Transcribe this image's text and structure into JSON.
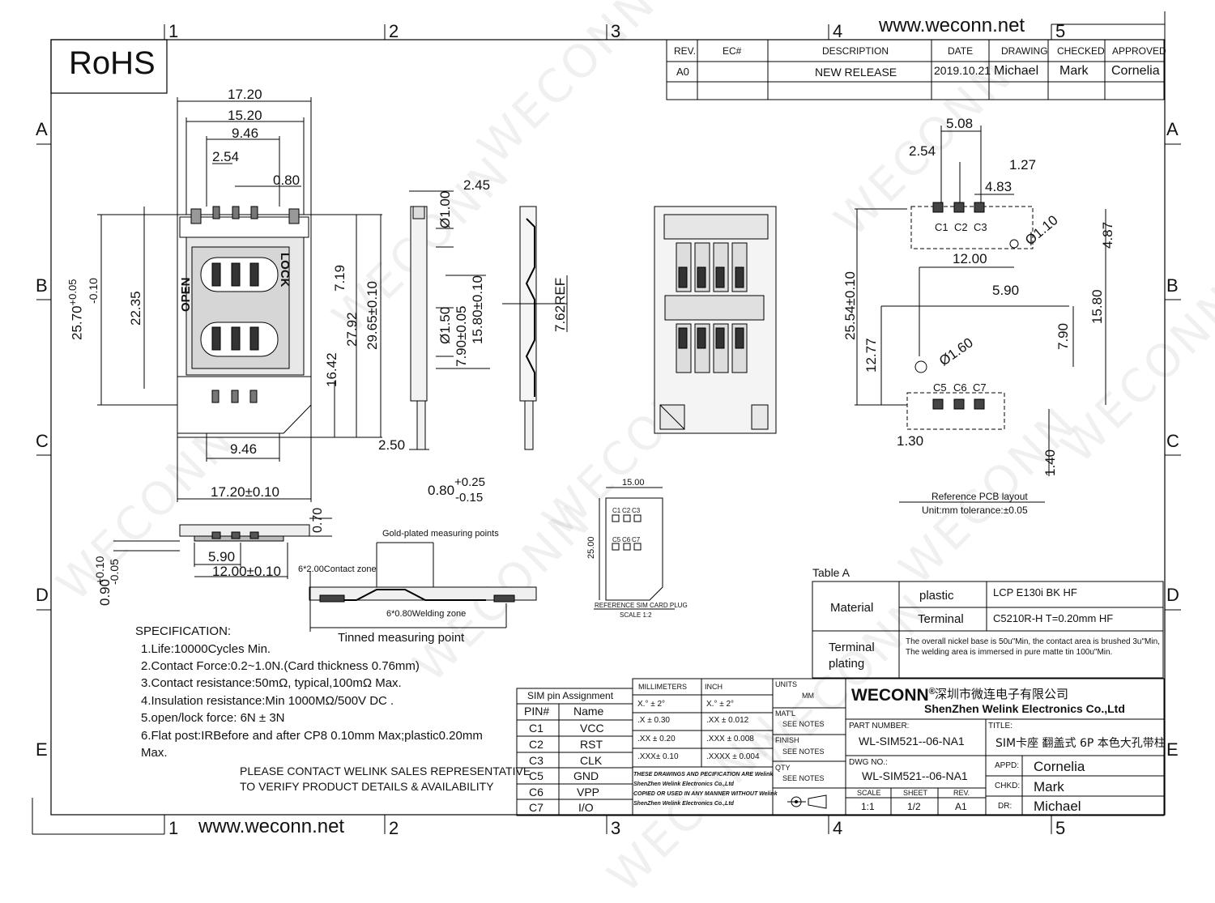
{
  "site_url_top": "www.weconn.net",
  "site_url_bottom": "www.weconn.net",
  "rohs": "RoHS",
  "watermark": "WECONN",
  "grid": {
    "cols": [
      "1",
      "2",
      "3",
      "4",
      "5"
    ],
    "rows": [
      "A",
      "B",
      "C",
      "D",
      "E"
    ]
  },
  "revision": {
    "headers": [
      "REV.",
      "EC#",
      "DESCRIPTION",
      "DATE",
      "DRAWING",
      "CHECKED",
      "APPROVED"
    ],
    "row": [
      "A0",
      "",
      "NEW RELEASE",
      "2019.10.21",
      "Michael",
      "Mark",
      "Cornelia"
    ]
  },
  "top_view_dims": {
    "w1": "17.20",
    "w2": "15.20",
    "w3": "9.46",
    "w4": "2.54",
    "w5": "0.80",
    "h_total": "25.70",
    "h_tol_plus": "+0.05",
    "h_tol_minus": "-0.10",
    "h1": "22.35",
    "h2": "7.19",
    "h3": "27.92",
    "h4": "29.65±0.10",
    "h5": "16.42",
    "bottom_w1": "9.46",
    "bottom_w2": "17.20±0.10",
    "label_open": "OPEN",
    "label_lock": "LOCK"
  },
  "side_view_dims": {
    "d1": "2.45",
    "d2": "Ø1.00",
    "d3": "Ø1.50",
    "d4": "7.90±0.05",
    "d5": "15.80±0.10",
    "d6": "2.50",
    "d7": "7.62REF",
    "d8_base": "0.80",
    "d8_plus": "+0.25",
    "d8_minus": "-0.15"
  },
  "front_view_dims": {
    "h": "0.70",
    "w1": "5.90",
    "w2": "12.00±0.10",
    "t_base": "0.90",
    "t_plus": "+0.10",
    "t_minus": "-0.05"
  },
  "section_view": {
    "gold": "Gold-plated measuring points",
    "contact_zone": "6*2.00Contact zone",
    "welding_zone": "6*0.80Welding zone",
    "tinned": "Tinned measuring point"
  },
  "sim_plug": {
    "w": "15.00",
    "h": "25.00",
    "top_pins": [
      "C1",
      "C2",
      "C3"
    ],
    "bottom_pins": [
      "C5",
      "C6",
      "C7"
    ],
    "caption": "REFERENCE SIM CARD PLUG",
    "scale": "SCALE 1:2"
  },
  "pcb_layout": {
    "d1": "5.08",
    "d2": "2.54",
    "d3": "1.27",
    "d4": "4.83",
    "d5": "Ø1.10",
    "d6": "4.87",
    "d7": "12.00",
    "d8": "5.90",
    "d9": "25.54±0.10",
    "d10": "15.80",
    "d11": "12.77",
    "d12": "7.90",
    "d13": "Ø1.60",
    "d14": "1.30",
    "d15": "1.40",
    "top_pins": [
      "C1",
      "C2",
      "C3"
    ],
    "bottom_pins": [
      "C5",
      "C6",
      "C7"
    ],
    "caption": "Reference PCB layout",
    "tolerance": "Unit:mm tolerance:±0.05"
  },
  "table_a": {
    "title": "Table A",
    "material_label": "Material",
    "plastic_label": "plastic",
    "plastic_value": "LCP E130i BK HF",
    "terminal_label": "Terminal",
    "terminal_value": "C5210R-H T=0.20mm HF",
    "plating_label": "Terminal plating",
    "plating_line1": "The overall nickel base is 50u\"Min, the contact area is brushed 3u\"Min,",
    "plating_line2": "The welding area is immersed in pure matte tin 100u\"Min."
  },
  "specification": {
    "title": "SPECIFICATION:",
    "items": [
      "1.Life:10000Cycles Min.",
      "2.Contact Force:0.2~1.0N.(Card thickness 0.76mm)",
      "3.Contact resistance:50mΩ, typical,100mΩ Max.",
      "4.Insulation resistance:Min 1000MΩ/500V DC .",
      "5.open/lock force: 6N ± 3N",
      "6.Flat post:IRBefore and after CP8 0.10mm Max;plastic0.20mm",
      "Max."
    ],
    "notice1": "PLEASE CONTACT WELINK SALES REPRESENTATIVE",
    "notice2": "TO VERIFY PRODUCT DETAILS & AVAILABILITY"
  },
  "pin_table": {
    "title": "SIM pin Assignment",
    "headers": [
      "PIN#",
      "Name"
    ],
    "rows": [
      [
        "C1",
        "VCC"
      ],
      [
        "C2",
        "RST"
      ],
      [
        "C3",
        "CLK"
      ],
      [
        "C5",
        "GND"
      ],
      [
        "C6",
        "VPP"
      ],
      [
        "C7",
        "I/O"
      ]
    ]
  },
  "tolerance_table": {
    "h_mm": "MILLIMETERS",
    "h_inch": "INCH",
    "rows": [
      [
        "X.°   ±  2°",
        "X.°   ±  2°"
      ],
      [
        ".X    ± 0.30",
        ".XX   ± 0.012"
      ],
      [
        ".XX  ± 0.20",
        ".XXX  ± 0.008"
      ],
      [
        ".XXX±  0.10",
        ".XXXX ± 0.004"
      ]
    ],
    "note": [
      "THESE DRAWINGS AND PECIFICATION  ARE Welink",
      "ShenZhen Welink Electronics Co.,Ltd",
      "COPIED OR USED IN ANY MANNER WITHOUT Welink",
      "ShenZhen Welink Electronics Co.,Ltd"
    ]
  },
  "units_col": {
    "units_label": "UNITS",
    "units_value": "MM",
    "matl_label": "MAT'L",
    "matl_value": "SEE NOTES",
    "finish_label": "FINISH",
    "finish_value": "SEE NOTES",
    "qty_label": "QTY",
    "qty_value": "SEE NOTES"
  },
  "title_block": {
    "brand": "WECONN",
    "reg": "®",
    "company_cn": "深圳市微连电子有限公司",
    "company_en": "ShenZhen Welink Electronics Co.,Ltd",
    "part_label": "PART NUMBER:",
    "part_value": "WL-SIM521--06-NA1",
    "dwg_label": "DWG NO.:",
    "dwg_value": "WL-SIM521--06-NA1",
    "title_label": "TITLE:",
    "title_value": "SIM卡座 翻盖式 6P 本色大孔带柱",
    "scale_label": "SCALE",
    "scale_value": "1:1",
    "sheet_label": "SHEET",
    "sheet_value": "1/2",
    "rev_label": "REV.",
    "rev_value": "A1",
    "appd_label": "APPD:",
    "appd_value": "Cornelia",
    "chkd_label": "CHKD:",
    "chkd_value": "Mark",
    "dr_label": "DR:",
    "dr_value": "Michael"
  }
}
